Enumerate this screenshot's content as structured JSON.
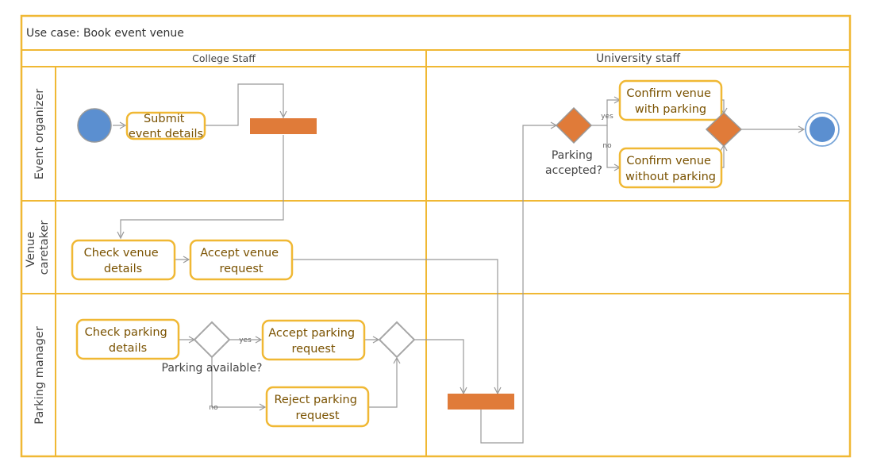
{
  "diagram": {
    "title": "Use case: Book event venue",
    "columns": [
      "College Staff",
      "University staff"
    ],
    "lanes": [
      "Event organizer",
      "Venue caretaker",
      "Parking manager"
    ],
    "nodes": {
      "submit_event_details": [
        "Submit",
        "event details"
      ],
      "check_venue_details": [
        "Check venue",
        "details"
      ],
      "accept_venue_request": [
        "Accept venue",
        "request"
      ],
      "check_parking_details": [
        "Check parking",
        "details"
      ],
      "accept_parking_request": [
        "Accept parking",
        "request"
      ],
      "reject_parking_request": [
        "Reject parking",
        "request"
      ],
      "confirm_with_parking": [
        "Confirm venue",
        "with parking"
      ],
      "confirm_without_parking": [
        "Confirm venue",
        "without parking"
      ]
    },
    "decisions": {
      "parking_available": "Parking available?",
      "parking_accepted": [
        "Parking",
        "accepted?"
      ]
    },
    "edge_labels": {
      "yes": "yes",
      "no": "no"
    }
  },
  "colors": {
    "border": "#f0b834",
    "node_text": "#7a5200",
    "accent_orange": "#e07b39",
    "start_blue": "#5b8fd0",
    "connector_gray": "#999999"
  }
}
